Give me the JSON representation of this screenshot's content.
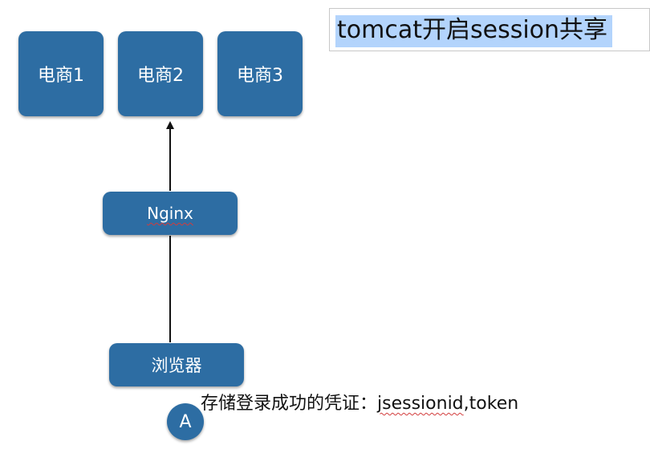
{
  "title": "tomcat开启session共享",
  "servers": [
    {
      "label": "电商1"
    },
    {
      "label": "电商2"
    },
    {
      "label": "电商3"
    }
  ],
  "proxy": {
    "label": "Nginx"
  },
  "browser": {
    "label": "浏览器"
  },
  "note": {
    "prefix": "存储登录成功的凭证：",
    "highlighted": "jsessionid",
    "suffix": ",token"
  },
  "avatar": {
    "label": "A"
  },
  "colors": {
    "node_fill": "#2d6da3",
    "node_text": "#ffffff",
    "title_highlight": "#b3d4fc",
    "arrow": "#111111",
    "spellcheck_underline": "#d23c3c"
  }
}
